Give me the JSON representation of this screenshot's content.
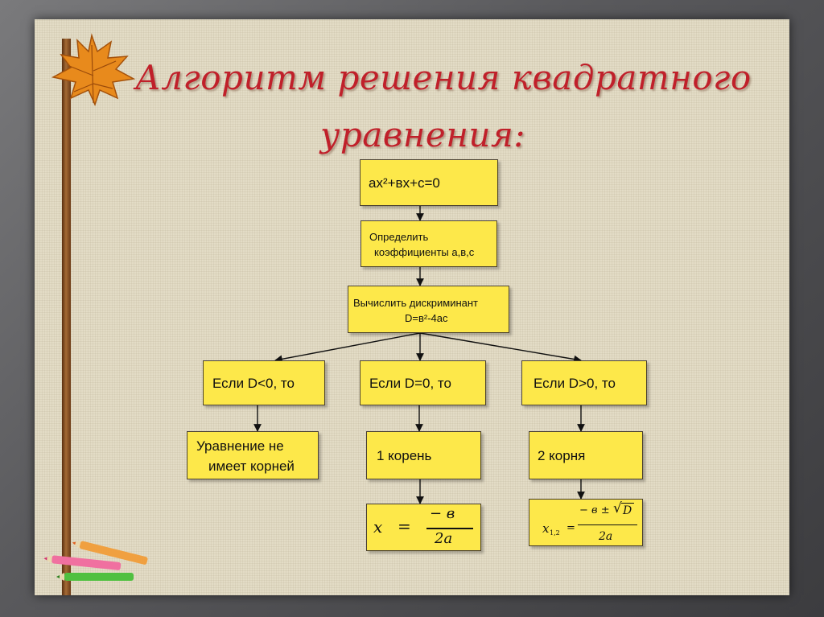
{
  "title": {
    "line1": "Алгоритм решения квадратного",
    "line2": "уравнения:"
  },
  "flowchart": {
    "equation": "ax²+вx+c=0",
    "coefficients": {
      "line1": "Определить",
      "line2": "коэффициенты а,в,с"
    },
    "discriminant": {
      "line1": "Вычислить дискриминант",
      "line2": "D=в²-4ac"
    },
    "branches": [
      {
        "condition": "Если D<0, то",
        "result_line1": "Уравнение не",
        "result_line2": "имеет корней"
      },
      {
        "condition": "Если D=0, то",
        "result_line1": "1 корень",
        "formula": {
          "lhs": "x",
          "eq": "=",
          "numerator": "− в",
          "denominator": "2a"
        }
      },
      {
        "condition": "Если D>0, то",
        "result_line1": "2 корня",
        "formula": {
          "lhs": "x",
          "subscript": "1,2",
          "eq": "=",
          "numerator_prefix": "− в ±",
          "radicand": "D",
          "denominator": "2a"
        }
      }
    ]
  },
  "colors": {
    "box_fill": "#fde84a",
    "title": "#c0202a",
    "background": "#e3dcc6"
  },
  "icons": [
    "maple-leaf-icon",
    "crayons-icon"
  ]
}
